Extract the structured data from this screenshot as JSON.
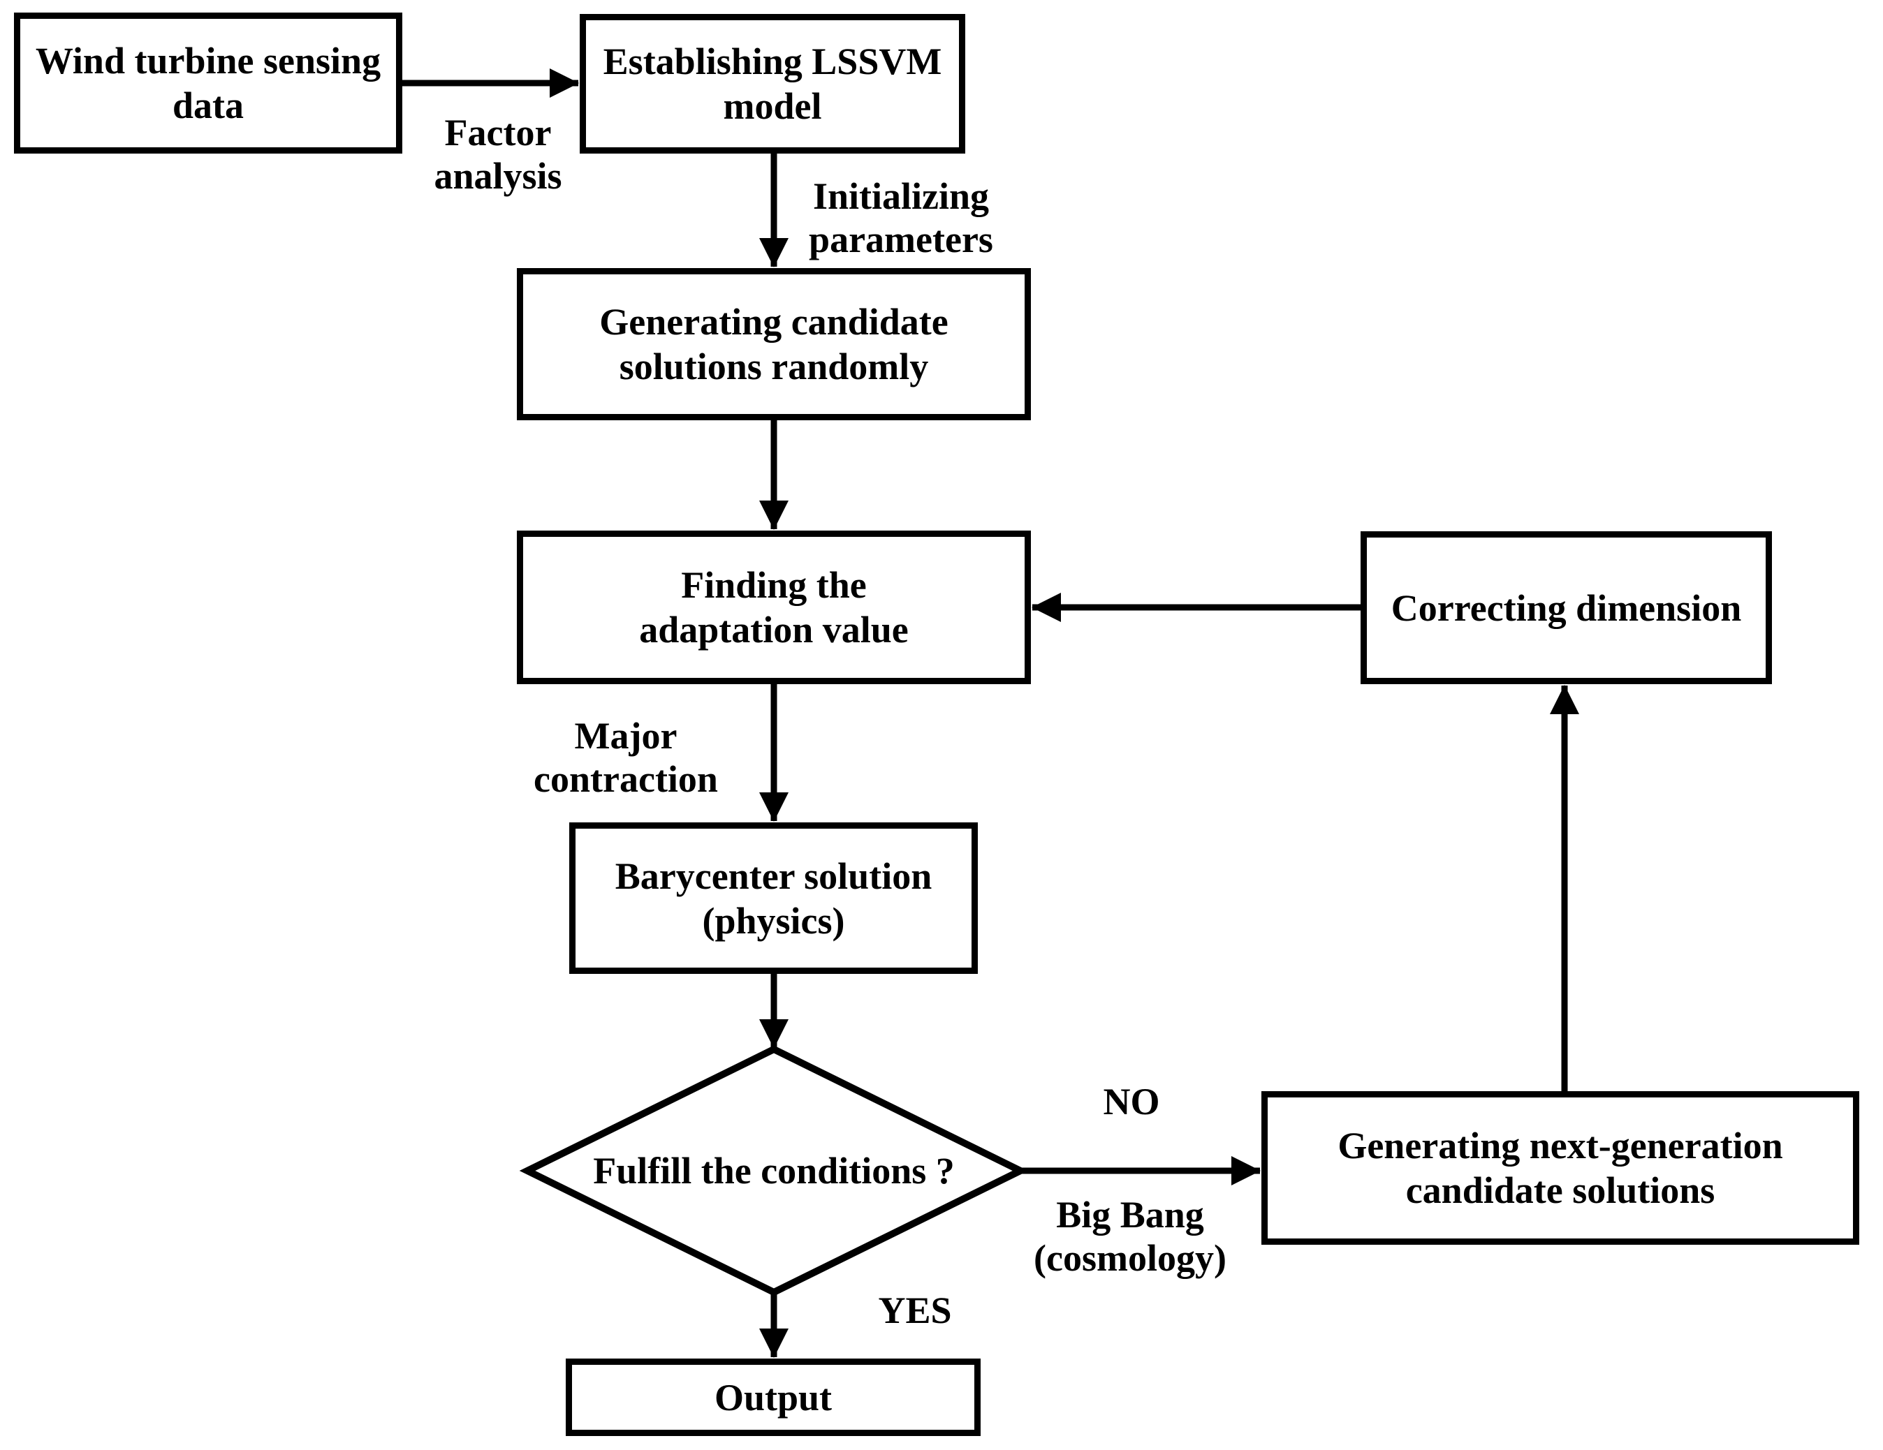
{
  "diagram": {
    "type": "flowchart",
    "colors": {
      "background": "#ffffff",
      "stroke": "#000000",
      "text": "#000000",
      "node_fill": "#ffffff"
    },
    "nodes": {
      "wind_data": {
        "shape": "rect",
        "lines": [
          "Wind turbine sensing",
          "data"
        ]
      },
      "lssvm": {
        "shape": "rect",
        "lines": [
          "Establishing LSSVM",
          "model"
        ]
      },
      "candidates": {
        "shape": "rect",
        "lines": [
          "Generating candidate",
          "solutions randomly"
        ]
      },
      "adaptation": {
        "shape": "rect",
        "lines": [
          "Finding the",
          "adaptation value"
        ]
      },
      "correcting": {
        "shape": "rect",
        "lines": [
          "Correcting dimension"
        ]
      },
      "barycenter": {
        "shape": "rect",
        "lines": [
          "Barycenter solution",
          "(physics)"
        ]
      },
      "decision": {
        "shape": "diamond",
        "lines": [
          "Fulfill the conditions ?"
        ]
      },
      "next_gen": {
        "shape": "rect",
        "lines": [
          "Generating next-generation",
          "candidate solutions"
        ]
      },
      "output": {
        "shape": "rect",
        "lines": [
          "Output"
        ]
      }
    },
    "edge_labels": {
      "factor_analysis": {
        "lines": [
          "Factor",
          "analysis"
        ]
      },
      "initializing": {
        "lines": [
          "Initializing",
          "parameters"
        ]
      },
      "major_contraction": {
        "lines": [
          "Major",
          "contraction"
        ]
      },
      "no": "NO",
      "big_bang": {
        "lines": [
          "Big Bang",
          "(cosmology)"
        ]
      },
      "yes": "YES"
    },
    "edges": [
      {
        "from": "wind_data",
        "to": "lssvm",
        "label": "Factor analysis"
      },
      {
        "from": "lssvm",
        "to": "candidates",
        "label": "Initializing parameters"
      },
      {
        "from": "candidates",
        "to": "adaptation",
        "label": ""
      },
      {
        "from": "adaptation",
        "to": "barycenter",
        "label": "Major contraction"
      },
      {
        "from": "barycenter",
        "to": "decision",
        "label": ""
      },
      {
        "from": "decision",
        "to": "output",
        "label": "YES"
      },
      {
        "from": "decision",
        "to": "next_gen",
        "label": "NO / Big Bang (cosmology)"
      },
      {
        "from": "next_gen",
        "to": "correcting",
        "label": ""
      },
      {
        "from": "correcting",
        "to": "adaptation",
        "label": ""
      }
    ]
  }
}
